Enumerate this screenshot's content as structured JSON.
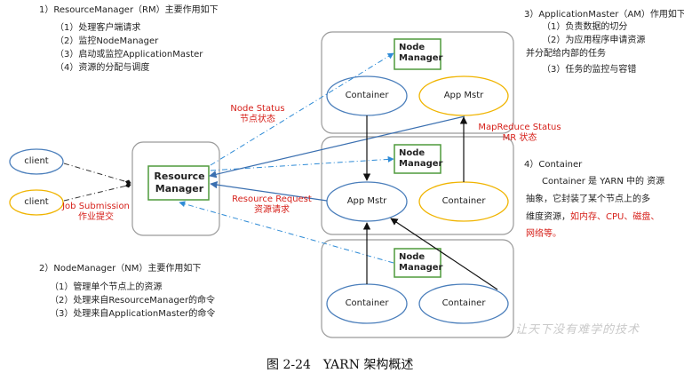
{
  "rm_notes": {
    "title": "1）ResourceManager（RM）主要作用如下",
    "items": [
      "（1）处理客户端请求",
      "（2）监控NodeManager",
      "（3）启动或监控ApplicationMaster",
      "（4）资源的分配与调度"
    ]
  },
  "am_notes": {
    "title": "3）ApplicationMaster（AM）作用如下",
    "line1": "（1）负责数据的切分",
    "line2a": "（2）为应用程序申请资源",
    "line2b": "并分配给内部的任务",
    "line3": "（3）任务的监控与容错"
  },
  "nm_notes": {
    "title": "2）NodeManager（NM）主要作用如下",
    "items": [
      "（1）管理单个节点上的资源",
      "（2）处理来自ResourceManager的命令",
      "（3）处理来自ApplicationMaster的命令"
    ]
  },
  "container_notes": {
    "title": "4）Container",
    "line1": "Container 是 YARN 中的 资源",
    "line2": "抽象，它封装了某个节点上的多",
    "line3a": "维度资源，",
    "line3b": "如内存、CPU、磁盘、",
    "line4": "网络等。"
  },
  "diagram": {
    "client1": "client",
    "client2": "client",
    "rm_line1": "Resource",
    "rm_line2": "Manager",
    "nm_line1": "Node",
    "nm_line2": "Manager",
    "container": "Container",
    "app_mstr": "App Mstr",
    "job_submission_en": "Job Submission",
    "job_submission_zh": "作业提交",
    "node_status_en": "Node Status",
    "node_status_zh": "节点状态",
    "mr_status_en": "MapReduce Status",
    "mr_status_zh": "MR 状态",
    "resource_request_en": "Resource Request",
    "resource_request_zh": "资源请求"
  },
  "caption": "图 2-24　YARN 架构概述",
  "watermark": "让天下没有难学的技术",
  "colors": {
    "blue_ellipse": "#4a7ebb",
    "yellow_ellipse": "#f0b400",
    "green_box": "#4f9a3c",
    "arrow_blue": "#3a6fb0",
    "dashdot": "#2e8bd6",
    "label_red": "#d6201a"
  }
}
